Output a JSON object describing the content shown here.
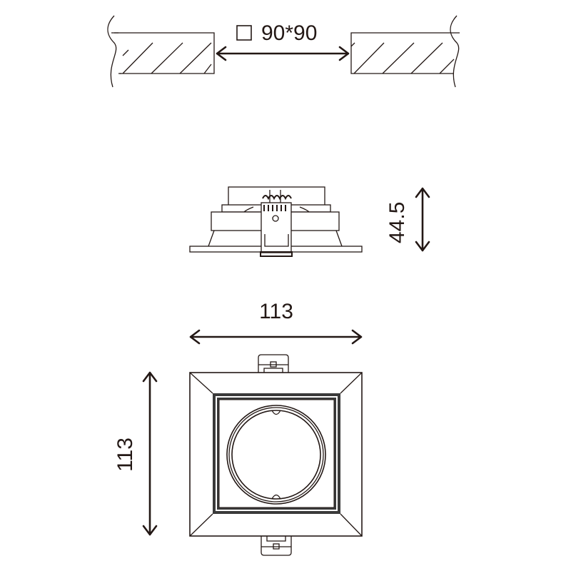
{
  "cutout": {
    "symbol": "□",
    "label": "90*90"
  },
  "side_view": {
    "height_label": "44.5"
  },
  "front_view": {
    "width_label": "113",
    "height_label": "113"
  },
  "colors": {
    "line": "#231815",
    "background": "#ffffff"
  }
}
